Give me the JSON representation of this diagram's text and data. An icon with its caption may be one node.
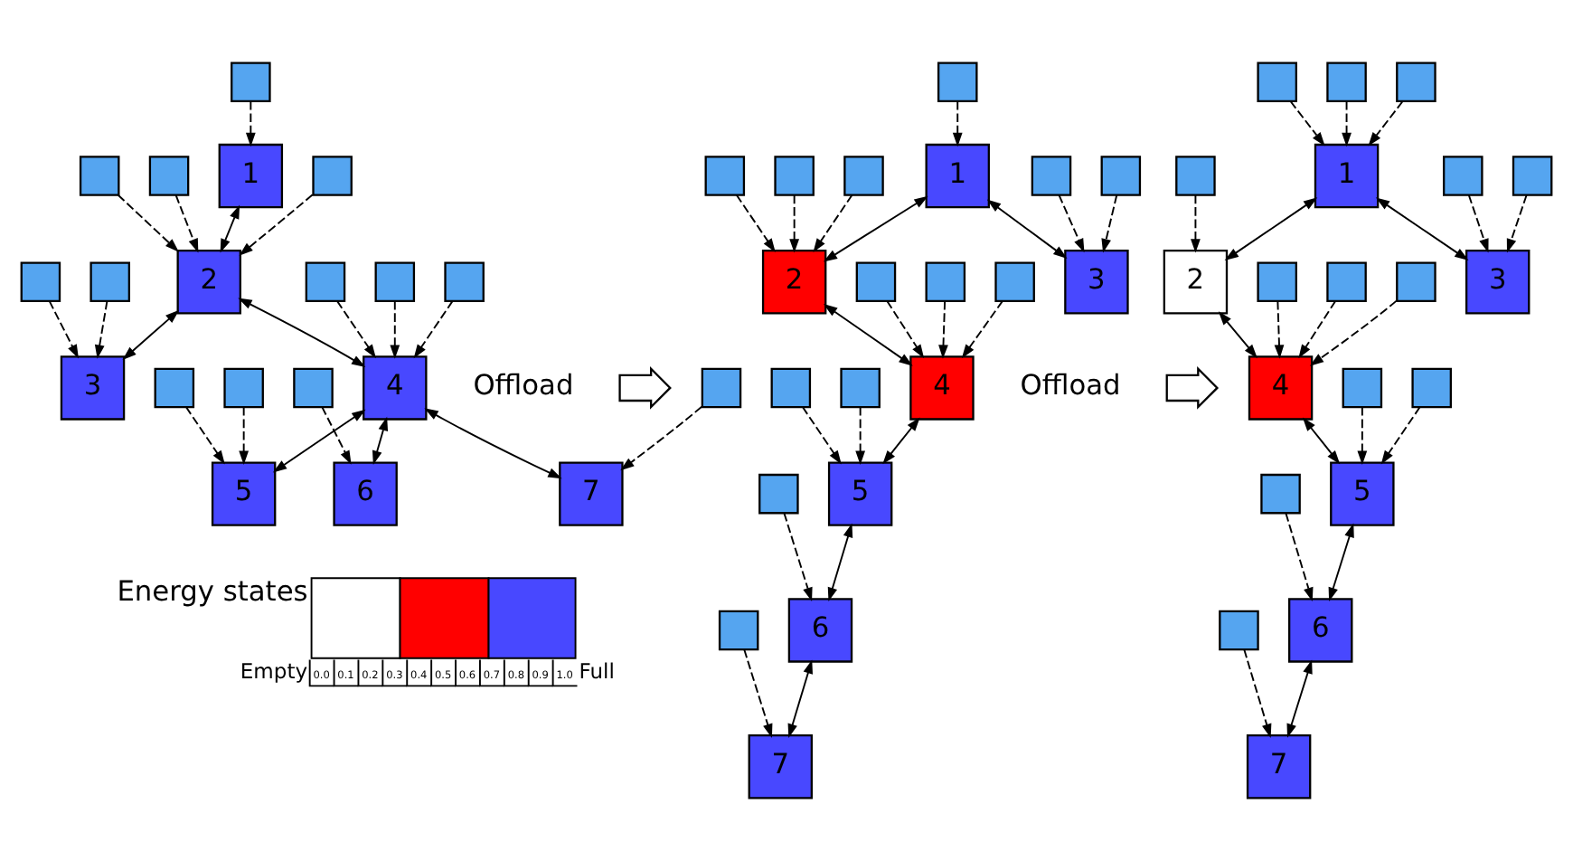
{
  "diagram": {
    "nodes": [
      {
        "text": [
          "1"
        ]
      },
      {
        "text": [
          "2"
        ]
      },
      {
        "text": [
          "3"
        ]
      },
      {
        "text": [
          "4"
        ]
      },
      {
        "text": [
          "5"
        ]
      },
      {
        "text": [
          "6"
        ]
      },
      {
        "text": [
          "7"
        ]
      },
      {
        "text": [],
        "shape": "box"
      },
      {
        "text": [],
        "shape": "box"
      },
      {
        "text": [],
        "shape": "box"
      },
      {
        "text": [],
        "shape": "box"
      },
      {
        "text": [],
        "shape": "box"
      },
      {
        "text": [],
        "shape": "box"
      },
      {
        "text": [],
        "shape": "box"
      },
      {
        "text": [],
        "shape": "box"
      },
      {
        "text": [],
        "shape": "box"
      },
      {
        "text": [],
        "shape": "box"
      },
      {
        "text": [],
        "shape": "box"
      },
      {
        "text": [],
        "shape": "box"
      },
      {
        "text": [],
        "shape": "box"
      },
      {
        "text": [
          "1"
        ]
      },
      {
        "text": [
          "2"
        ]
      },
      {
        "text": [
          "3"
        ]
      },
      {
        "text": [
          "4"
        ]
      },
      {
        "text": [
          "5"
        ]
      },
      {
        "text": [
          "6"
        ]
      },
      {
        "text": [
          "7"
        ]
      },
      {
        "text": [],
        "shape": "box"
      },
      {
        "text": [],
        "shape": "box"
      },
      {
        "text": [],
        "shape": "box"
      },
      {
        "text": [],
        "shape": "box"
      },
      {
        "text": [],
        "shape": "box"
      },
      {
        "text": [],
        "shape": "box"
      },
      {
        "text": [],
        "shape": "box"
      },
      {
        "text": [],
        "shape": "box"
      },
      {
        "text": [],
        "shape": "box"
      },
      {
        "text": [],
        "shape": "box"
      },
      {
        "text": [],
        "shape": "box"
      },
      {
        "text": [],
        "shape": "box"
      },
      {
        "text": [],
        "shape": "box"
      },
      {
        "text": [
          "1"
        ]
      },
      {
        "text": [
          "2"
        ]
      },
      {
        "text": [
          "3"
        ]
      },
      {
        "text": [
          "4"
        ]
      },
      {
        "text": [
          "5"
        ]
      },
      {
        "text": [
          "6"
        ]
      },
      {
        "text": [
          "7"
        ]
      },
      {
        "text": [],
        "shape": "box"
      },
      {
        "text": [],
        "shape": "box"
      },
      {
        "text": [],
        "shape": "box"
      },
      {
        "text": [],
        "shape": "box"
      },
      {
        "text": [],
        "shape": "box"
      },
      {
        "text": [],
        "shape": "box"
      },
      {
        "text": [],
        "shape": "box"
      },
      {
        "text": [],
        "shape": "box"
      },
      {
        "text": [],
        "shape": "box"
      },
      {
        "text": [],
        "shape": "box"
      },
      {
        "text": [],
        "shape": "box"
      },
      {
        "text": [],
        "shape": "box"
      },
      {
        "text": [],
        "shape": "box"
      },
      {
        "text": [],
        "shape": "arrow"
      },
      {
        "text": [],
        "shape": "arrow"
      }
    ],
    "edges": [
      {
        "from": 0,
        "to": 1,
        "arrow": "both"
      },
      {
        "from": 1,
        "to": 2,
        "arrow": "both"
      },
      {
        "from": 1,
        "to": 3,
        "arrow": "both"
      },
      {
        "from": 3,
        "to": 4,
        "arrow": "both"
      },
      {
        "from": 3,
        "to": 5,
        "arrow": "both"
      },
      {
        "from": 3,
        "to": 6,
        "arrow": "both"
      },
      {
        "from": 7,
        "to": 0,
        "arrow": "to",
        "style": "dashed"
      },
      {
        "from": 8,
        "to": 2,
        "arrow": "to",
        "style": "dashed"
      },
      {
        "from": 9,
        "to": 2,
        "arrow": "to",
        "style": "dashed"
      },
      {
        "from": 10,
        "to": 1,
        "arrow": "to",
        "style": "dashed"
      },
      {
        "from": 11,
        "to": 1,
        "arrow": "to",
        "style": "dashed"
      },
      {
        "from": 12,
        "to": 1,
        "arrow": "to",
        "style": "dashed"
      },
      {
        "from": 13,
        "to": 3,
        "arrow": "to",
        "style": "dashed"
      },
      {
        "from": 14,
        "to": 3,
        "arrow": "to",
        "style": "dashed"
      },
      {
        "from": 15,
        "to": 3,
        "arrow": "to",
        "style": "dashed"
      },
      {
        "from": 16,
        "to": 4,
        "arrow": "to",
        "style": "dashed"
      },
      {
        "from": 17,
        "to": 4,
        "arrow": "to",
        "style": "dashed"
      },
      {
        "from": 18,
        "to": 5,
        "arrow": "to",
        "style": "dashed"
      },
      {
        "from": 19,
        "to": 6,
        "arrow": "to",
        "style": "dashed"
      },
      {
        "from": 20,
        "to": 22,
        "arrow": "both"
      },
      {
        "from": 20,
        "to": 21,
        "arrow": "both"
      },
      {
        "from": 21,
        "to": 23,
        "arrow": "both"
      },
      {
        "from": 23,
        "to": 24,
        "arrow": "both"
      },
      {
        "from": 24,
        "to": 25,
        "arrow": "both"
      },
      {
        "from": 25,
        "to": 26,
        "arrow": "both"
      },
      {
        "from": 27,
        "to": 20,
        "arrow": "to",
        "style": "dashed"
      },
      {
        "from": 28,
        "to": 22,
        "arrow": "to",
        "style": "dashed"
      },
      {
        "from": 29,
        "to": 22,
        "arrow": "to",
        "style": "dashed"
      },
      {
        "from": 30,
        "to": 21,
        "arrow": "to",
        "style": "dashed"
      },
      {
        "from": 31,
        "to": 21,
        "arrow": "to",
        "style": "dashed"
      },
      {
        "from": 32,
        "to": 21,
        "arrow": "to",
        "style": "dashed"
      },
      {
        "from": 33,
        "to": 23,
        "arrow": "to",
        "style": "dashed"
      },
      {
        "from": 34,
        "to": 23,
        "arrow": "to",
        "style": "dashed"
      },
      {
        "from": 35,
        "to": 23,
        "arrow": "to",
        "style": "dashed"
      },
      {
        "from": 36,
        "to": 24,
        "arrow": "to",
        "style": "dashed"
      },
      {
        "from": 37,
        "to": 24,
        "arrow": "to",
        "style": "dashed"
      },
      {
        "from": 38,
        "to": 25,
        "arrow": "to",
        "style": "dashed"
      },
      {
        "from": 39,
        "to": 26,
        "arrow": "to",
        "style": "dashed"
      },
      {
        "from": 40,
        "to": 42,
        "arrow": "both"
      },
      {
        "from": 40,
        "to": 41,
        "arrow": "both"
      },
      {
        "from": 41,
        "to": 43,
        "arrow": "both"
      },
      {
        "from": 43,
        "to": 44,
        "arrow": "both"
      },
      {
        "from": 44,
        "to": 45,
        "arrow": "both"
      },
      {
        "from": 45,
        "to": 46,
        "arrow": "both"
      },
      {
        "from": 47,
        "to": 40,
        "arrow": "to",
        "style": "dashed"
      },
      {
        "from": 48,
        "to": 42,
        "arrow": "to",
        "style": "dashed"
      },
      {
        "from": 49,
        "to": 42,
        "arrow": "to",
        "style": "dashed"
      },
      {
        "from": 50,
        "to": 40,
        "arrow": "to",
        "style": "dashed"
      },
      {
        "from": 51,
        "to": 40,
        "arrow": "to",
        "style": "dashed"
      },
      {
        "from": 52,
        "to": 41,
        "arrow": "to",
        "style": "dashed"
      },
      {
        "from": 53,
        "to": 43,
        "arrow": "to",
        "style": "dashed"
      },
      {
        "from": 54,
        "to": 43,
        "arrow": "to",
        "style": "dashed"
      },
      {
        "from": 55,
        "to": 43,
        "arrow": "to",
        "style": "dashed"
      },
      {
        "from": 56,
        "to": 44,
        "arrow": "to",
        "style": "dashed"
      },
      {
        "from": 57,
        "to": 44,
        "arrow": "to",
        "style": "dashed"
      },
      {
        "from": 58,
        "to": 45,
        "arrow": "to",
        "style": "dashed"
      },
      {
        "from": 59,
        "to": 46,
        "arrow": "to",
        "style": "dashed"
      }
    ],
    "labels": [
      "Offload",
      "Offload",
      "Energy states",
      "Empty",
      "0.0",
      "0.1",
      "0.2",
      "0.3",
      "0.4",
      "0.5",
      "0.6",
      "0.7",
      "0.8",
      "0.9",
      "1.0",
      "Full"
    ]
  }
}
